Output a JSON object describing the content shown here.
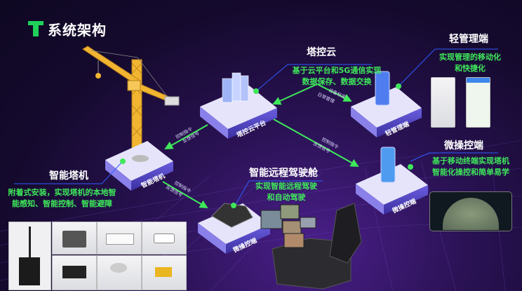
{
  "title": "系统架构",
  "logo_icon": "T-logo-icon",
  "colors": {
    "accent_green": "#3ee85a",
    "leader_blue": "#2f5cff",
    "platform_top": "#e6e4fb",
    "platform_side": "#5a4fd0"
  },
  "nodes": {
    "cloud": {
      "heading": "塔控云",
      "desc": [
        "基于云平台和5G通信实现",
        "数据保存、数据交换"
      ],
      "platform_label": "塔控云平台"
    },
    "light_mgmt": {
      "heading": "轻管理端",
      "desc": [
        "实现管理的移动化",
        "和快捷化"
      ],
      "platform_label": "轻管理端"
    },
    "micro_ctrl": {
      "heading": "微操控端",
      "desc": [
        "基于移动终端实现塔机",
        "智能化操控和简单易学"
      ],
      "platform_label": "微操控端"
    },
    "crane": {
      "heading": "智能塔机",
      "desc": [
        "附着式安装，实现塔机的本地智",
        "能感知、智能控制、智能避障"
      ],
      "platform_label": "智能塔机"
    },
    "cockpit": {
      "heading": "智能远程驾驶舱",
      "desc": [
        "实现智能远程驾驶",
        "和自动驾驶"
      ],
      "platform_label": "微操控端"
    }
  },
  "links": {
    "crane_cloud": [
      "控制指令",
      "反馈信号"
    ],
    "cloud_light": [
      "设备标定",
      "日常管理"
    ],
    "cloud_micro": [
      "控制指令",
      "反馈信号"
    ],
    "crane_cockpit": [
      "控制指令",
      "反馈信号"
    ]
  }
}
